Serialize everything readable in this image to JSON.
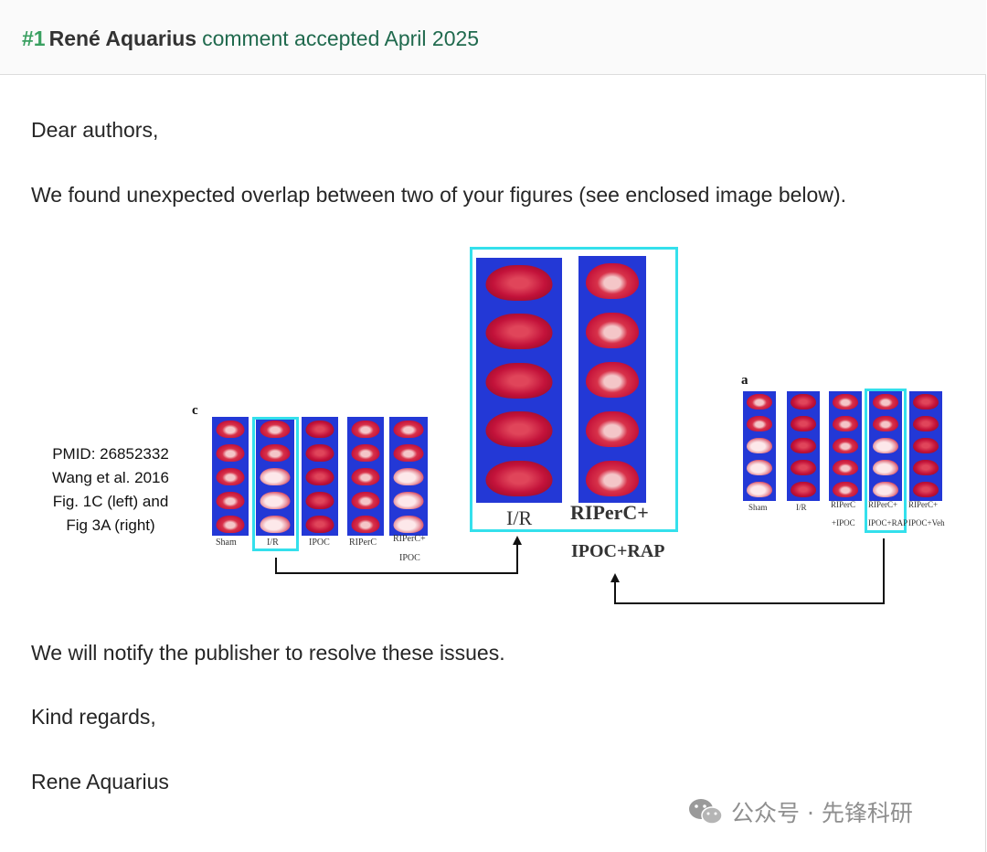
{
  "comment": {
    "number": "#1",
    "author": "René Aquarius",
    "status": "comment accepted April 2025"
  },
  "body": {
    "greeting": "Dear authors,",
    "intro": "We found unexpected overlap between two of your figures (see enclosed image below).",
    "notify": "We will notify the publisher to resolve these issues.",
    "closing": "Kind regards,",
    "signature": "Rene Aquarius"
  },
  "figure": {
    "pmid": [
      "PMID: 26852332",
      "Wang et al. 2016",
      "Fig. 1C (left) and",
      "Fig 3A (right)"
    ],
    "left_panel": {
      "letter": "c",
      "labels": [
        "Sham",
        "I/R",
        "IPOC",
        "RIPerC",
        "RIPerC+",
        "IPOC"
      ]
    },
    "zoom": {
      "labels": [
        "I/R",
        "RIPerC+",
        "IPOC+RAP"
      ]
    },
    "right_panel": {
      "letter": "a",
      "labels": [
        "Sham",
        "I/R",
        "RIPerC",
        "+IPOC",
        "RIPerC+",
        "IPOC+RAP",
        "RIPerC+",
        "IPOC+Veh"
      ]
    },
    "highlight_color": "#34e0ec"
  },
  "watermark": {
    "text": "公众号 · 先锋科研",
    "icon": "wechat-icon"
  }
}
